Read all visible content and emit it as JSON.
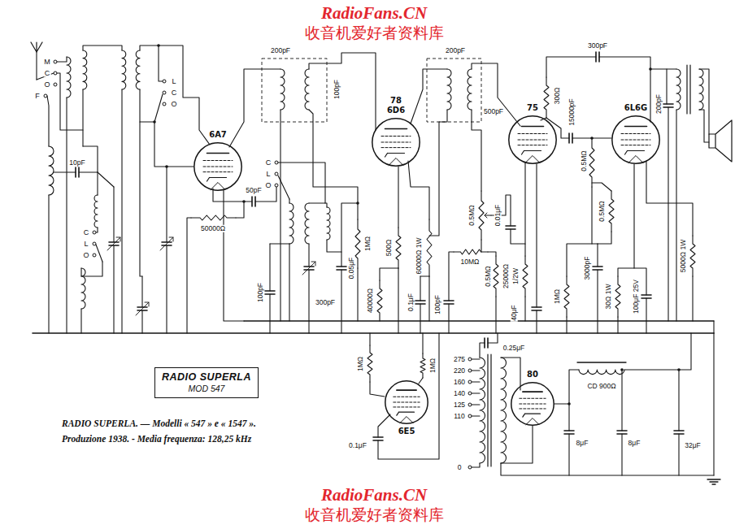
{
  "diagram": {
    "nodes": [
      {
        "text": [
          "RADIO SUPERLA",
          "MOD 547"
        ]
      },
      {
        "text": [
          "6A7"
        ]
      },
      {
        "text": [
          "78",
          "6D6"
        ]
      },
      {
        "text": [
          "75"
        ]
      },
      {
        "text": [
          "6L6G"
        ]
      },
      {
        "text": [
          "6E5"
        ]
      },
      {
        "text": [
          "80"
        ]
      }
    ],
    "labels": [
      "RadioFans.CN",
      "收音机爱好者资料库",
      "RadioFans.CN",
      "收音机爱好者资料库",
      "RADIO SUPERLA. — Modelli « 547 » e « 1547 ».",
      "Produzione 1938. - Media frequenza: 128,25 kHz",
      "M",
      "C",
      "O",
      "F",
      "L",
      "C",
      "O",
      "C",
      "L",
      "O",
      "C",
      "L",
      "O",
      "10pF",
      "50000Ω",
      "50pF",
      "200pF",
      "100pF",
      "200pF",
      "100pF",
      "300pF",
      "0.05μF",
      "1MΩ",
      "500Ω",
      "60000Ω 1W",
      "40000Ω",
      "0.1μF",
      "10MΩ",
      "100pF",
      "500pF",
      "0.5MΩ",
      "0.01μF",
      "0.5MΩ",
      "25000Ω",
      "1/2W",
      "40μF",
      "1MΩ",
      "300Ω",
      "15000pF",
      "0.5MΩ",
      "0.5MΩ",
      "3000pF",
      "30Ω 1W",
      "100μF 25V",
      "300pF",
      "200pF",
      "5000Ω 1W",
      "1MΩ",
      "0.1μF",
      "1MΩ",
      "0.25μF",
      "275",
      "220",
      "160",
      "140",
      "125",
      "110",
      "0",
      "CD 900Ω",
      "8μF",
      "8μF",
      "32μF"
    ]
  }
}
